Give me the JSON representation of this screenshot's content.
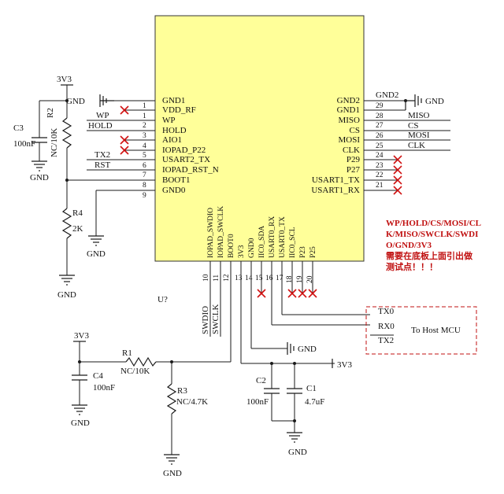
{
  "chip": {
    "designator": "U?",
    "left_pins": [
      {
        "num": "1",
        "name": "GND1"
      },
      {
        "num": "1",
        "name": "VDD_RF"
      },
      {
        "num": "2",
        "name": "WP"
      },
      {
        "num": "3",
        "name": "HOLD"
      },
      {
        "num": "4",
        "name": "AIO1"
      },
      {
        "num": "5",
        "name": "IOPAD_P22"
      },
      {
        "num": "6",
        "name": "USART2_TX"
      },
      {
        "num": "7",
        "name": "IOPAD_RST_N"
      },
      {
        "num": "8",
        "name": "BOOT1"
      },
      {
        "num": "9",
        "name": "GND0"
      }
    ],
    "right_pins": [
      {
        "num": "29",
        "name": "GND2"
      },
      {
        "num": "28",
        "name": "GND1"
      },
      {
        "num": "27",
        "name": "MISO"
      },
      {
        "num": "26",
        "name": "CS"
      },
      {
        "num": "25",
        "name": "MOSI"
      },
      {
        "num": "24",
        "name": "CLK"
      },
      {
        "num": "23",
        "name": "P29"
      },
      {
        "num": "22",
        "name": "P27"
      },
      {
        "num": "21",
        "name": "USART1_TX"
      },
      {
        "num": "",
        "name": "USART1_RX"
      }
    ],
    "bottom_pins": [
      {
        "num": "10",
        "name": "IOPAD_SWDIO"
      },
      {
        "num": "11",
        "name": "IOPAD_SWCLK"
      },
      {
        "num": "12",
        "name": "BOOT0"
      },
      {
        "num": "13",
        "name": "3V3"
      },
      {
        "num": "14",
        "name": "GND0"
      },
      {
        "num": "15",
        "name": "IIC0_SDA"
      },
      {
        "num": "16",
        "name": "USART0_RX"
      },
      {
        "num": "17",
        "name": "USART0_TX"
      },
      {
        "num": "18",
        "name": "IIC0_SCL"
      },
      {
        "num": "19",
        "name": "P23"
      },
      {
        "num": "20",
        "name": "P25"
      }
    ]
  },
  "left_nets": {
    "gnd1": "GND",
    "wp": "WP",
    "hold": "HOLD",
    "tx2": "TX2",
    "rst": "RST"
  },
  "right_nets": {
    "gnd": "GND",
    "gnd2": "GND2",
    "miso": "MISO",
    "cs": "CS",
    "mosi": "MOSI",
    "clk": "CLK"
  },
  "bottom_nets": {
    "swdio": "SWDIO",
    "swclk": "SWCLK",
    "gnd": "GND",
    "v3v3": "3V3"
  },
  "components": {
    "top_3v3": "3V3",
    "r2_ref": "R2",
    "r2_val": "NC/10K",
    "c3_ref": "C3",
    "c3_val": "100nF",
    "gnd_c3": "GND",
    "r4_ref": "R4",
    "r4_val": "2K",
    "gnd_r4": "GND",
    "gnd_r2": "GND",
    "bot_3v3": "3V3",
    "r1_ref": "R1",
    "r1_val": "NC/10K",
    "c4_ref": "C4",
    "c4_val": "100nF",
    "gnd_c4": "GND",
    "r3_ref": "R3",
    "r3_val": "NC/4.7K",
    "gnd_r3": "GND",
    "c2_ref": "C2",
    "c2_val": "100nF",
    "c1_ref": "C1",
    "c1_val": "4.7uF",
    "gnd_c12": "GND"
  },
  "host_box": {
    "tx0": "TX0",
    "rx0": "RX0",
    "tx2": "TX2",
    "label": "To Host MCU"
  },
  "note": {
    "line1": "WP/HOLD/CS/MOSI/CL",
    "line2": "K/MISO/SWCLK/SWDI",
    "line3": "O/GND/3V3",
    "line4": "需要在底板上面引出做",
    "line5": "测试点！！！"
  },
  "colors": {
    "chip_fill": "#ffff99",
    "no_connect": "#d01010",
    "note_text": "#c01010"
  }
}
